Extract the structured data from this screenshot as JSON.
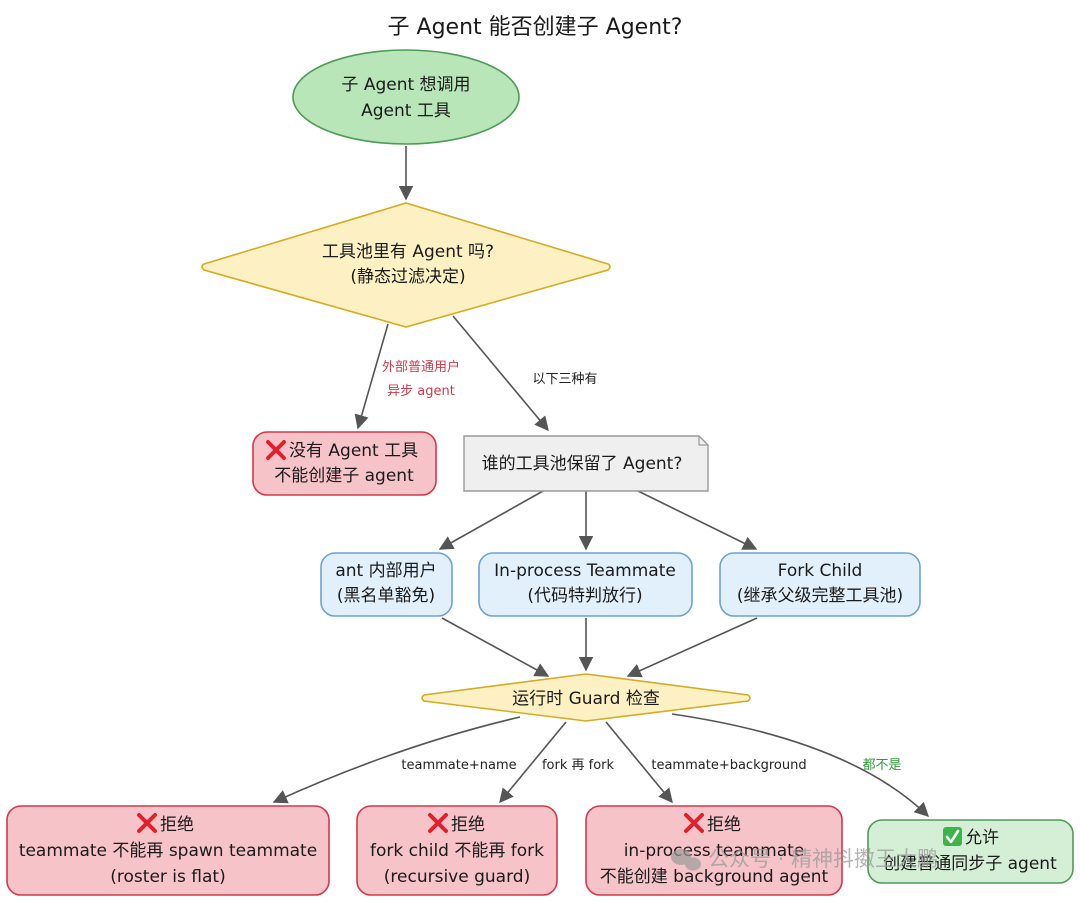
{
  "title": "子 Agent 能否创建子 Agent?",
  "colors": {
    "green_fill": "#b9e6b8",
    "green_stroke": "#4f9a57",
    "yellow_fill": "#fdf1c4",
    "yellow_stroke": "#d4ab22",
    "red_fill": "#f6c3c8",
    "red_stroke": "#d0394b",
    "blue_fill": "#e2f0fb",
    "blue_stroke": "#6aa3d5",
    "note_fill": "#efefef",
    "note_stroke": "#9a9a9a",
    "allow_fill": "#d5efd6",
    "allow_stroke": "#4f9a57",
    "edge": "#555555",
    "label_red": "#d0394b",
    "label_green": "#2f9a3a",
    "label_dark": "#222222"
  },
  "icons": {
    "reject": "cross-mark-icon",
    "allow": "check-mark-icon"
  },
  "nodes": {
    "start": {
      "line1": "子 Agent 想调用",
      "line2": "Agent 工具"
    },
    "decision_pool": {
      "line1": "工具池里有 Agent 吗?",
      "line2": "(静态过滤决定)"
    },
    "no_agent": {
      "line1": "没有 Agent 工具",
      "line2": "不能创建子 agent"
    },
    "who_pool": {
      "line1": "谁的工具池保留了 Agent?"
    },
    "ant_user": {
      "line1": "ant 内部用户",
      "line2": "(黑名单豁免)"
    },
    "in_process": {
      "line1": "In-process Teammate",
      "line2": "(代码特判放行)"
    },
    "fork_child": {
      "line1": "Fork Child",
      "line2": "(继承父级完整工具池)"
    },
    "guard": {
      "line1": "运行时 Guard 检查"
    },
    "reject1": {
      "line1": "拒绝",
      "line2": "teammate 不能再 spawn teammate",
      "line3": "(roster is flat)"
    },
    "reject2": {
      "line1": "拒绝",
      "line2": "fork child 不能再 fork",
      "line3": "(recursive guard)"
    },
    "reject3": {
      "line1": "拒绝",
      "line2": "in-process teammate",
      "line3": "不能创建 background agent"
    },
    "allow": {
      "line1": "允许",
      "line2": "创建普通同步子 agent"
    }
  },
  "edges": {
    "external_async_line1": "外部普通用户",
    "external_async_line2": "异步 agent",
    "three_kinds": "以下三种有",
    "teammate_name": "teammate+name",
    "fork_again": "fork 再 fork",
    "teammate_background": "teammate+background",
    "none": "都不是"
  },
  "watermark": "公众号 · 精神抖擞王大鹏"
}
